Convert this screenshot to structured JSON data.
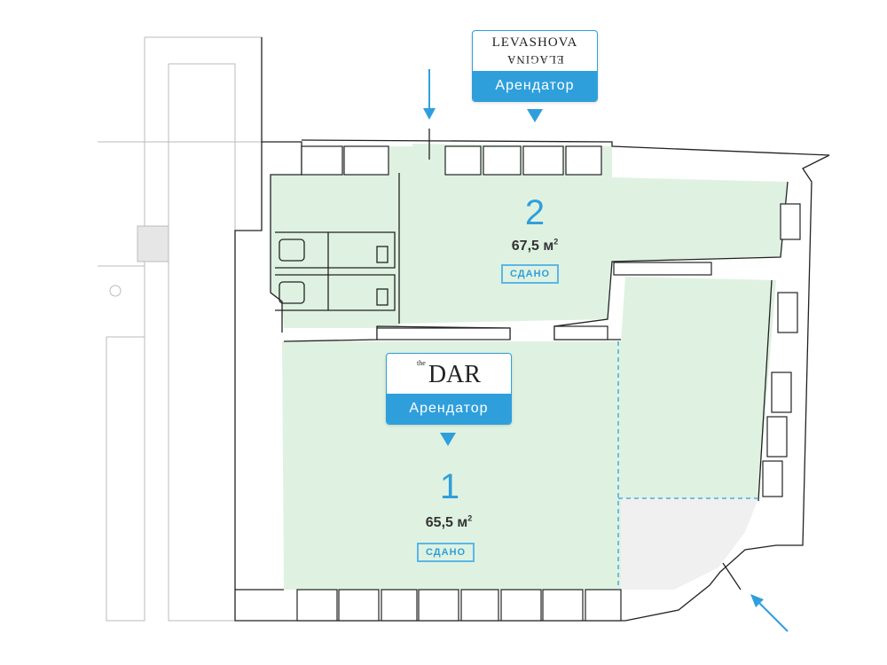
{
  "tenants": [
    {
      "logo_top": "LEVASHOVA",
      "logo_bottom": "ELAGINA",
      "role": "Арендатор"
    },
    {
      "logo_small": "the",
      "logo": "DAR",
      "role": "Арендатор"
    }
  ],
  "rooms": [
    {
      "number": "1",
      "area": "65,5 м",
      "area_sup": "2",
      "status": "СДАНО"
    },
    {
      "number": "2",
      "area": "67,5 м",
      "area_sup": "2",
      "status": "СДАНО"
    }
  ],
  "colors": {
    "accent": "#2f9fdc",
    "room_fill": "#dff2e1",
    "common_fill": "#f0f0f0"
  }
}
